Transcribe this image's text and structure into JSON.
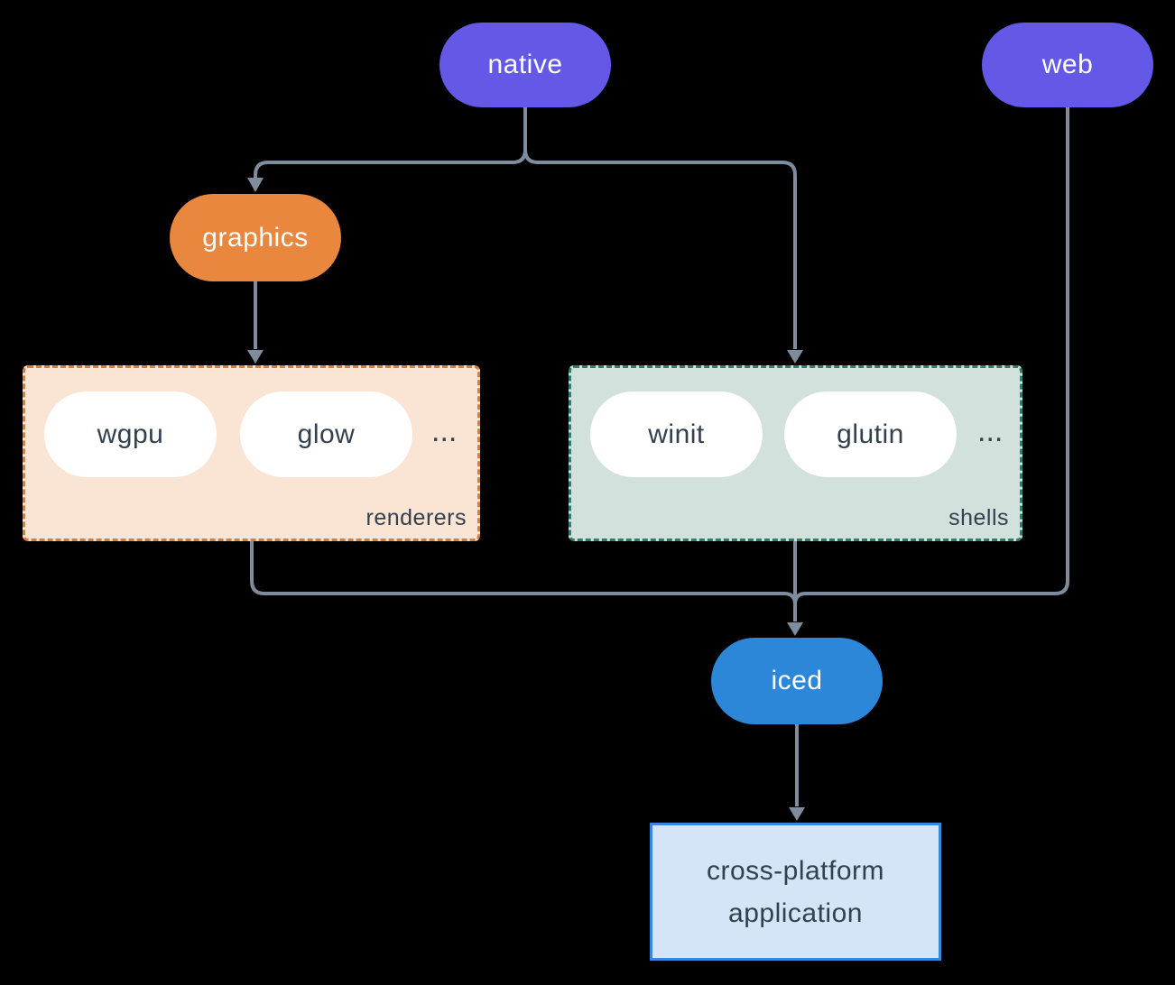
{
  "nodes": {
    "native": {
      "label": "native"
    },
    "web": {
      "label": "web"
    },
    "graphics": {
      "label": "graphics"
    },
    "iced": {
      "label": "iced"
    },
    "application": {
      "label": "cross-platform application"
    }
  },
  "groups": {
    "renderers": {
      "label": "renderers",
      "items": [
        "wgpu",
        "glow"
      ],
      "ellipsis": "..."
    },
    "shells": {
      "label": "shells",
      "items": [
        "winit",
        "glutin"
      ],
      "ellipsis": "..."
    }
  },
  "edges": [
    {
      "from": "native",
      "to": "graphics"
    },
    {
      "from": "native",
      "to": "shells"
    },
    {
      "from": "graphics",
      "to": "renderers"
    },
    {
      "from": "renderers",
      "to": "iced"
    },
    {
      "from": "shells",
      "to": "iced"
    },
    {
      "from": "web",
      "to": "iced"
    },
    {
      "from": "iced",
      "to": "application"
    }
  ],
  "colors": {
    "bg": "#000000",
    "node-purple": "#6459e7",
    "node-orange": "#e8873d",
    "node-blue": "#2d87d8",
    "pill-white": "#ffffff",
    "renderers-bg": "#fae4d4",
    "renderers-border": "#e07c2e",
    "shells-bg": "#d3e1dc",
    "shells-border": "#2e7d6e",
    "app-bg": "#d5e5f7",
    "app-border": "#3787dd",
    "text-dark": "#33414f",
    "text-light": "#ffffff",
    "line": "#7f8c9d"
  }
}
